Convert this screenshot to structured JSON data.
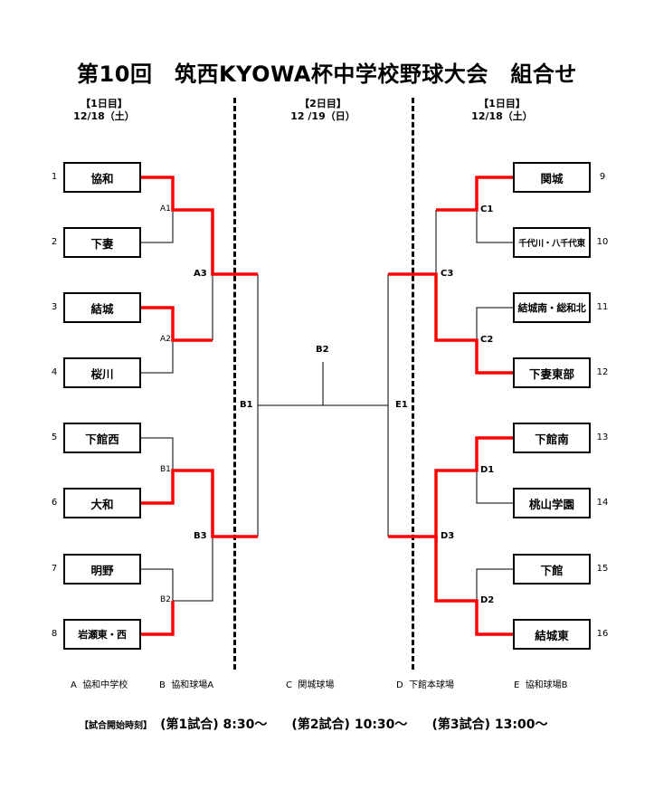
{
  "title": "第10回　筑西KYOWA杯中学校野球大会　組合せ",
  "days": {
    "left": {
      "label": "【1日目】",
      "date": "12/18（土）"
    },
    "center": {
      "label": "【2日目】",
      "date": "12 /19（日）"
    },
    "right": {
      "label": "【1日目】",
      "date": "12/18（土）"
    }
  },
  "teams": [
    {
      "seed": "1",
      "name": "協和"
    },
    {
      "seed": "2",
      "name": "下妻"
    },
    {
      "seed": "3",
      "name": "結城"
    },
    {
      "seed": "4",
      "name": "桜川"
    },
    {
      "seed": "5",
      "name": "下館西"
    },
    {
      "seed": "6",
      "name": "大和"
    },
    {
      "seed": "7",
      "name": "明野"
    },
    {
      "seed": "8",
      "name": "岩瀬東・西"
    },
    {
      "seed": "9",
      "name": "関城"
    },
    {
      "seed": "10",
      "name": "千代川・八千代東"
    },
    {
      "seed": "11",
      "name": "結城南・総和北"
    },
    {
      "seed": "12",
      "name": "下妻東部"
    },
    {
      "seed": "13",
      "name": "下館南"
    },
    {
      "seed": "14",
      "name": "桃山学園"
    },
    {
      "seed": "15",
      "name": "下館"
    },
    {
      "seed": "16",
      "name": "結城東"
    }
  ],
  "matches": {
    "A1": "A1",
    "A2": "A2",
    "A3": "A3",
    "B1s": "B1",
    "B2s": "B2",
    "B3": "B3",
    "B1": "B1",
    "B2": "B2",
    "E1": "E1",
    "C1": "C1",
    "C2": "C2",
    "C3": "C3",
    "D1": "D1",
    "D2": "D2",
    "D3": "D3"
  },
  "venues": [
    {
      "code": "A",
      "name": "協和中学校"
    },
    {
      "code": "B",
      "name": "協和球場A"
    },
    {
      "code": "C",
      "name": "関城球場"
    },
    {
      "code": "D",
      "name": "下館本球場"
    },
    {
      "code": "E",
      "name": "協和球場B"
    }
  ],
  "schedule": {
    "label": "【試合開始時刻】",
    "times": [
      "(第1試合) 8:30～",
      "(第2試合) 10:30～",
      "(第3試合) 13:00～"
    ]
  },
  "colors": {
    "win_line": "#ff0000",
    "line": "#000000"
  }
}
